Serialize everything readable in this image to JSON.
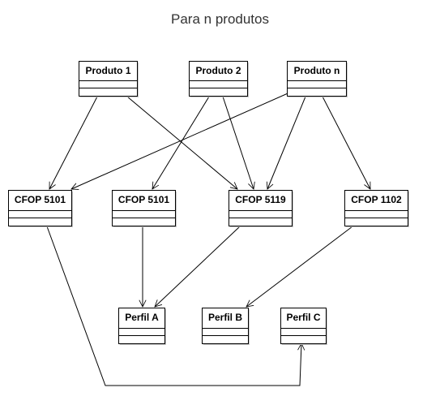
{
  "diagram": {
    "title": "Para n produtos",
    "nodes": {
      "p1": {
        "label": "Produto 1"
      },
      "p2": {
        "label": "Produto 2"
      },
      "pn": {
        "label": "Produto n"
      },
      "c1": {
        "label": "CFOP 5101"
      },
      "c2": {
        "label": "CFOP 5101"
      },
      "c3": {
        "label": "CFOP 5119"
      },
      "c4": {
        "label": "CFOP 1102"
      },
      "fa": {
        "label": "Perfil A"
      },
      "fb": {
        "label": "Perfil B"
      },
      "fc": {
        "label": "Perfil C"
      }
    },
    "edges": [
      {
        "from": "p1",
        "to": "c1"
      },
      {
        "from": "p1",
        "to": "c3"
      },
      {
        "from": "p2",
        "to": "c2"
      },
      {
        "from": "p2",
        "to": "c3"
      },
      {
        "from": "pn",
        "to": "c1"
      },
      {
        "from": "pn",
        "to": "c3"
      },
      {
        "from": "pn",
        "to": "c4"
      },
      {
        "from": "c1",
        "to": "fc"
      },
      {
        "from": "c2",
        "to": "fa"
      },
      {
        "from": "c3",
        "to": "fa"
      },
      {
        "from": "c4",
        "to": "fb"
      }
    ]
  }
}
